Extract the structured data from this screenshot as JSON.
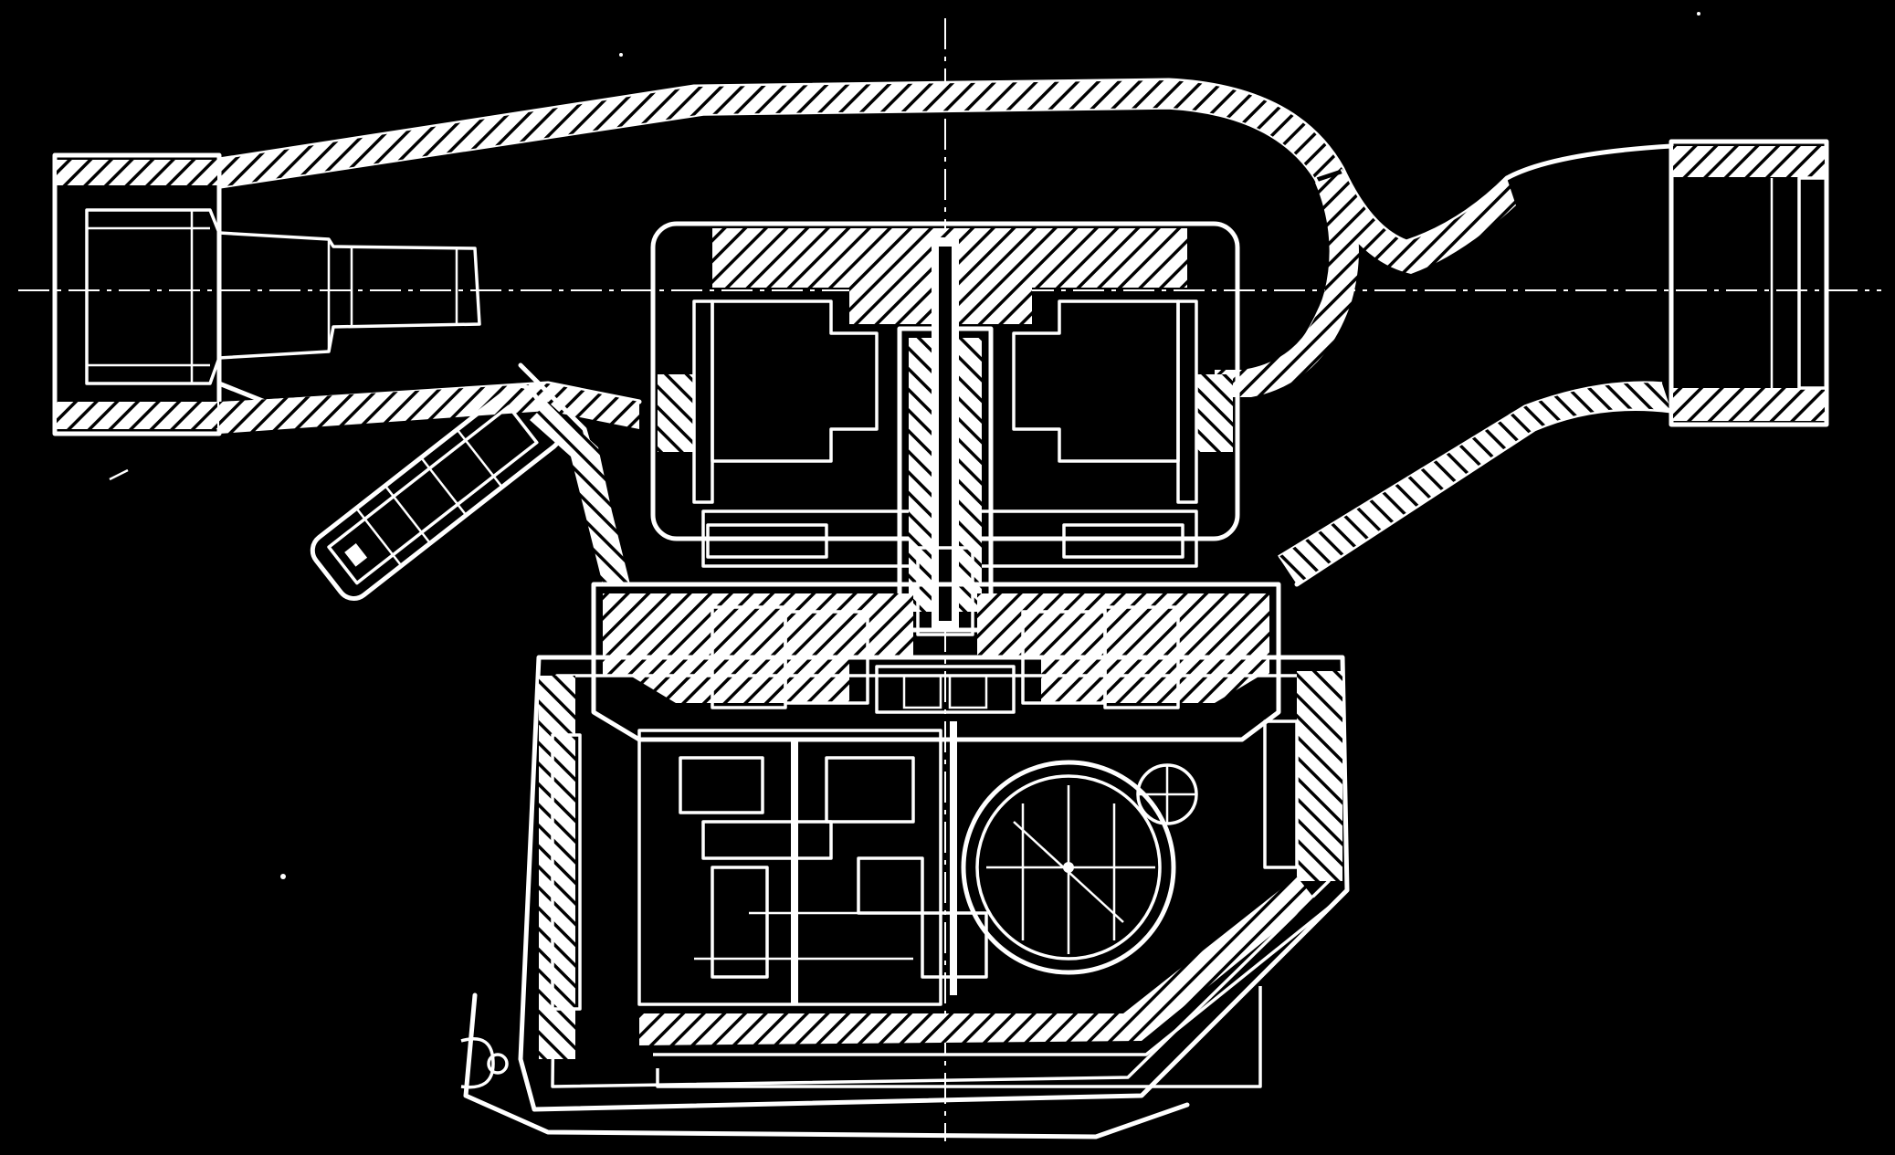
{
  "drawing": {
    "kind": "sectional engineering drawing",
    "colors": {
      "background": "#000000",
      "linework": "#ffffff"
    },
    "components": [
      "inlet-connector",
      "outlet-connector",
      "pipe-body",
      "motor-housing",
      "rotor-shaft",
      "pump-chamber",
      "gear-train",
      "register-dial",
      "control-box",
      "angled-fitting"
    ]
  }
}
